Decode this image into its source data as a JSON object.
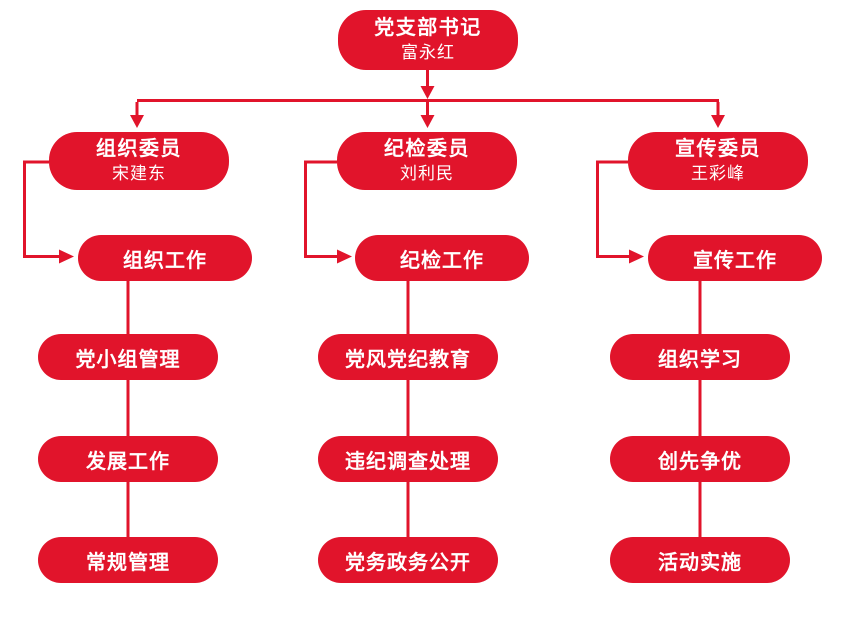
{
  "colors": {
    "primary_red": "#e1142b",
    "text_white": "#ffffff",
    "background": "#ffffff"
  },
  "root": {
    "title": "党支部书记",
    "name": "富永红"
  },
  "branches": [
    {
      "committee": {
        "title": "组织委员",
        "name": "宋建东"
      },
      "work": "组织工作",
      "tasks": [
        "党小组管理",
        "发展工作",
        "常规管理"
      ]
    },
    {
      "committee": {
        "title": "纪检委员",
        "name": "刘利民"
      },
      "work": "纪检工作",
      "tasks": [
        "党风党纪教育",
        "违纪调查处理",
        "党务政务公开"
      ]
    },
    {
      "committee": {
        "title": "宣传委员",
        "name": "王彩峰"
      },
      "work": "宣传工作",
      "tasks": [
        "组织学习",
        "创先争优",
        "活动实施"
      ]
    }
  ]
}
